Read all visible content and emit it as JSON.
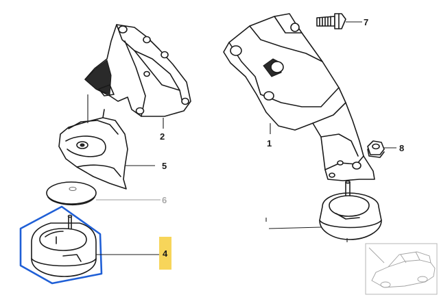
{
  "diagram": {
    "callouts": [
      {
        "id": "1",
        "text": "1"
      },
      {
        "id": "2",
        "text": "2"
      },
      {
        "id": "4",
        "text": "4",
        "highlighted": true
      },
      {
        "id": "5",
        "text": "5"
      },
      {
        "id": "6",
        "text": "6",
        "greyed": true
      },
      {
        "id": "7",
        "text": "7"
      },
      {
        "id": "8",
        "text": "8"
      }
    ],
    "colors": {
      "line_art": "#1a1a1a",
      "selection_outline": "#1f5fd6",
      "selected_label_background": "#f7d55a",
      "greyed_label": "#a8a8a8"
    },
    "thumbnail": {
      "icon": "car-thumbnail-icon"
    }
  }
}
